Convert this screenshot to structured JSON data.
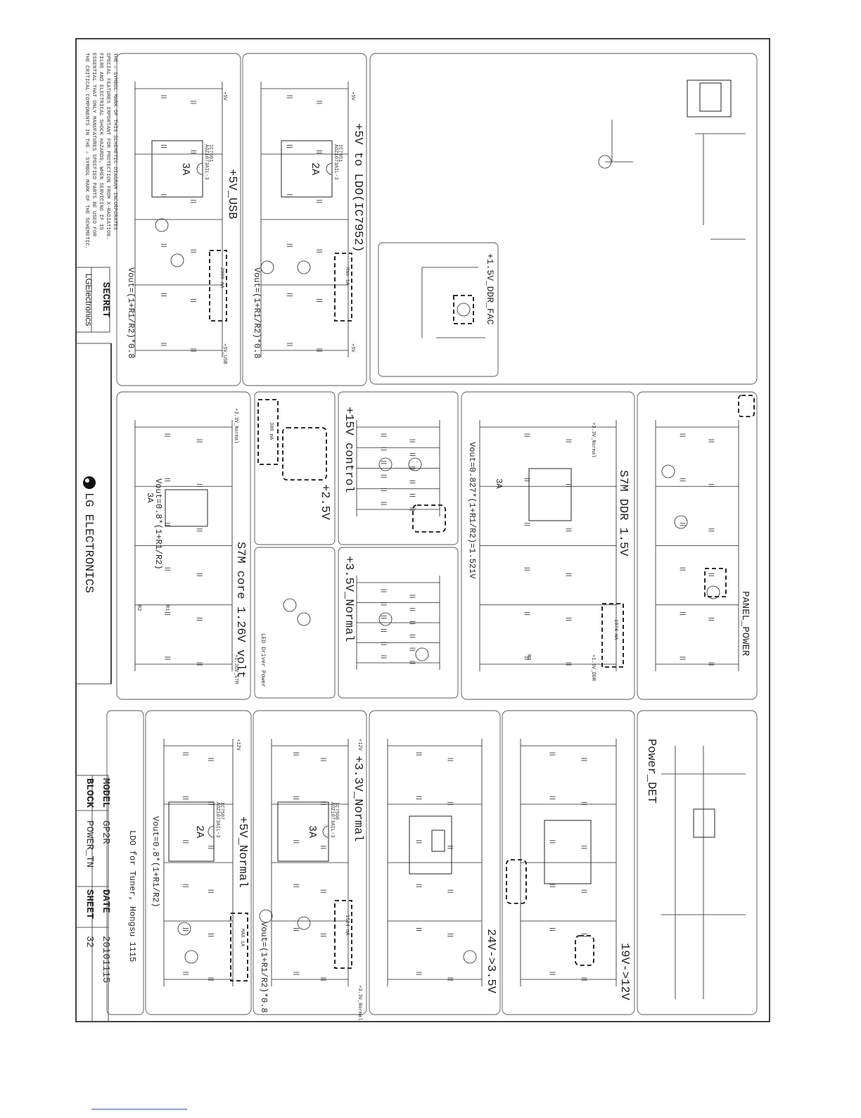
{
  "sheet": {
    "company": "LG ELECTRONICS",
    "secret_label": "SECRET",
    "brand_label": "LGElectronics",
    "model_label": "MODEL",
    "model_value": "GP2R",
    "block_label": "BLOCK",
    "block_value": "POWER_TN",
    "date_label": "DATE",
    "date_value": "20101115",
    "sheet_label": "SHEET",
    "sheet_value": "32",
    "safety_note": [
      "THE ⚠ SYMBOL MARK OF THIS SCHEMETIC DIAGRAM INCORPORATES",
      "SPECIAL FEATURES IMPORTANT FOR PROTECTION FROM X-RADIATION.",
      "FILRE AND ELECTRICAL SHOCK HAZARDS, WHEN SERVICING IF IS",
      "ESSENTIAL THAT ONLY MANUFATURES SPECFIED PARTS BE USED FOR",
      "THE CRITICAL COMPONENTS IN THE ⚠ SYMBOL MARK OF THE SCHEMETIC."
    ]
  },
  "blocks": {
    "usb5v": {
      "title": "+5V_USB",
      "formula": "Vout=(1+R1/R2)*0.8",
      "current": "3A",
      "ic": "AOZ1073AIL-3",
      "note": "2000 mA"
    },
    "ldo5v": {
      "title": "+5V to LDO(IC7952)",
      "formula": "Vout=(1+R1/R2)*0.8",
      "current": "2A",
      "ic": "AOZ1073AIL-3",
      "note": "Max 1A"
    },
    "ddr_fac": {
      "title": "+1.5V_DDR_FAC"
    },
    "panel_power": {
      "title": "PANEL_POWER"
    },
    "s7m_ddr": {
      "title": "S7M DDR 1.5V",
      "formula": "Vout=0.827*(1+R1/R2)=1.521V",
      "current": "3A",
      "note": "1074 mA"
    },
    "s7m_core": {
      "title": "S7M core 1.26V volt",
      "formula": "Vout=0.8*(1+R1/R2)",
      "current": "3A"
    },
    "v25": {
      "title": "+2.5V",
      "note": "300 mA"
    },
    "control15v": {
      "title": "+15V control"
    },
    "normal35v": {
      "title": "+3.5V_Normal"
    },
    "led_driver": {
      "title": "LED Driver Power"
    },
    "power_det": {
      "title": "Power_DET"
    },
    "v19_12": {
      "title": "19V->12V"
    },
    "v24_35": {
      "title": "24V->3.5V"
    },
    "normal33v": {
      "title": "+3.3V_Normal",
      "formula": "Vout=(1+R1/R2)*0.8",
      "current": "3A",
      "ic": "AOZ1073AIL-3",
      "note": "1524 mA"
    },
    "normal5v": {
      "title": "+5V_Normal",
      "formula": "Vout=0.8*(1+R1/R2)",
      "current": "2A",
      "ic": "AOZ1073AIL-3",
      "note": "MAX 1A"
    },
    "ldo_tuner": {
      "title": "LDO for Tuner, Hongsu 1115"
    }
  },
  "labels": {
    "ic_usb": "IC7501",
    "ic_ldo": "IC7951",
    "ic_normal33": "IC7506",
    "ic_normal5": "IC7507",
    "rail_5v": "+5V",
    "rail_33": "+3.3V_Normal",
    "rail_15": "+1.5V_DDR",
    "rail_12": "+12V",
    "rail_26": "+1.26V_S7M",
    "rail_usb": "+5V_USB",
    "r1": "R1",
    "r2": "R2"
  }
}
